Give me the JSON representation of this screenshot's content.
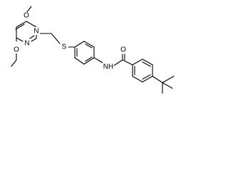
{
  "molecule": {
    "atoms": {
      "o_top": "O",
      "o_bottom": "O",
      "n_upper": "N",
      "n_lower": "N",
      "s_thioether": "S",
      "o_carbonyl": "O",
      "nh_amide": "NH"
    },
    "colors": {
      "bond": "#000000",
      "label": "#000000",
      "background": "#ffffff"
    }
  }
}
